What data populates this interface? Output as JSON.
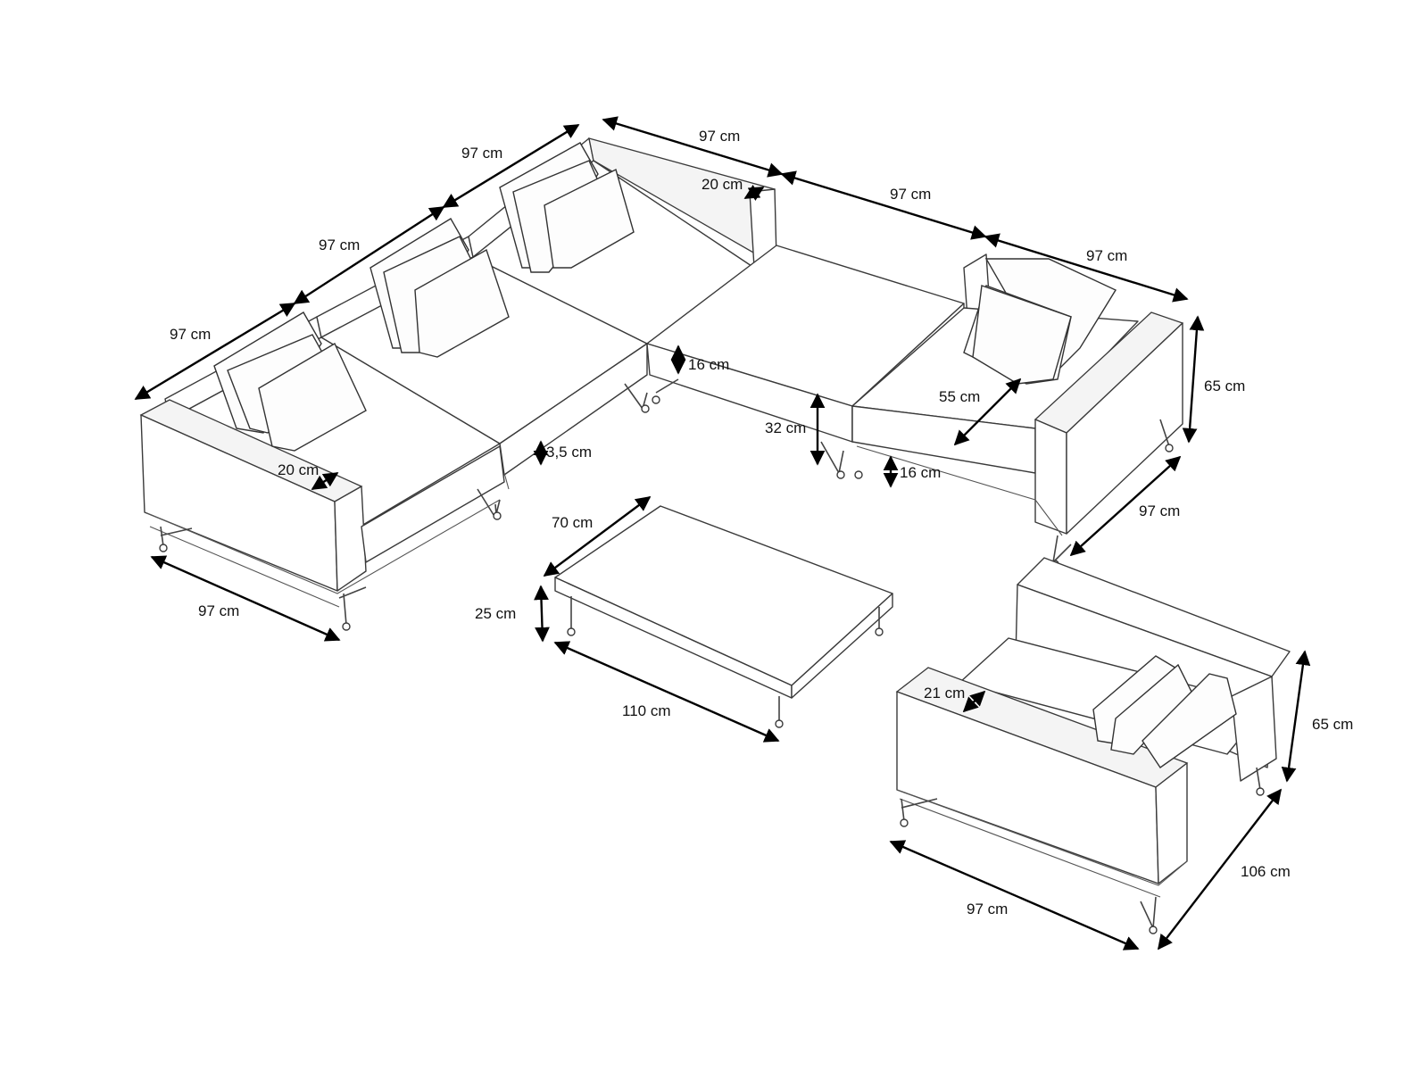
{
  "dimensions": [
    {
      "id": "dim-top-left-1",
      "label": "97 cm"
    },
    {
      "id": "dim-top-left-2",
      "label": "97 cm"
    },
    {
      "id": "dim-top-left-3",
      "label": "97 cm"
    },
    {
      "id": "dim-top-mid-1",
      "label": "97 cm"
    },
    {
      "id": "dim-top-mid-2",
      "label": "97 cm"
    },
    {
      "id": "dim-top-right",
      "label": "97 cm"
    },
    {
      "id": "dim-backrest-depth",
      "label": "20 cm"
    },
    {
      "id": "dim-armrest-width",
      "label": "20 cm"
    },
    {
      "id": "dim-seat-cushion-1",
      "label": "16 cm"
    },
    {
      "id": "dim-seat-cushion-2",
      "label": "16 cm"
    },
    {
      "id": "dim-frame-thickness",
      "label": "3,5 cm"
    },
    {
      "id": "dim-seat-height",
      "label": "32 cm"
    },
    {
      "id": "dim-seat-depth",
      "label": "55 cm"
    },
    {
      "id": "dim-sofa-height",
      "label": "65 cm"
    },
    {
      "id": "dim-right-depth",
      "label": "97 cm"
    },
    {
      "id": "dim-left-bottom",
      "label": "97 cm"
    },
    {
      "id": "dim-table-width",
      "label": "70 cm"
    },
    {
      "id": "dim-table-height",
      "label": "25 cm"
    },
    {
      "id": "dim-table-length",
      "label": "110 cm"
    },
    {
      "id": "dim-armchair-arm",
      "label": "21 cm"
    },
    {
      "id": "dim-armchair-height",
      "label": "65 cm"
    },
    {
      "id": "dim-armchair-depth",
      "label": "106 cm"
    },
    {
      "id": "dim-armchair-width",
      "label": "97 cm"
    }
  ]
}
